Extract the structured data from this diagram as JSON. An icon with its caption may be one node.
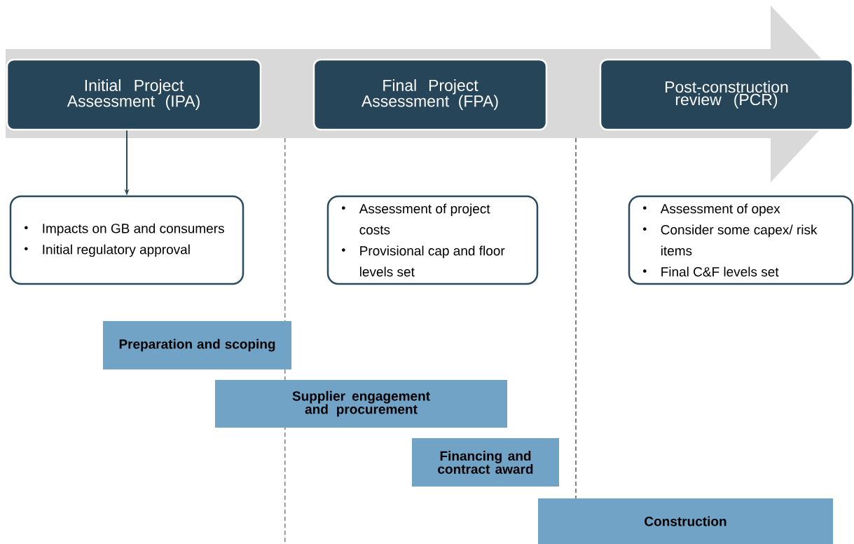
{
  "diagram": {
    "nodes": [
      {
        "text": [
          "Initial Project Assessment (IPA)"
        ]
      },
      {
        "text": [
          "Final Project Assessment (FPA)"
        ]
      },
      {
        "text": [
          "Post-construction review (PCR)"
        ]
      },
      {
        "text": [
          "Impacts on GB and consumers",
          "Initial regulatory approval"
        ]
      },
      {
        "text": [
          "Assessment of project costs",
          "Provisional cap and floor levels set"
        ]
      },
      {
        "text": [
          "Assessment of opex",
          "Consider some capex/ risk items",
          "Final C&F levels set"
        ]
      },
      {
        "text": [
          "Preparation and scoping"
        ]
      },
      {
        "text": [
          "Supplier engagement and procurement"
        ]
      },
      {
        "text": [
          "Financing and contract award"
        ]
      },
      {
        "text": [
          "Construction"
        ]
      }
    ],
    "edges": [
      {
        "from": 0,
        "to": 3,
        "arrow": "to"
      }
    ]
  }
}
